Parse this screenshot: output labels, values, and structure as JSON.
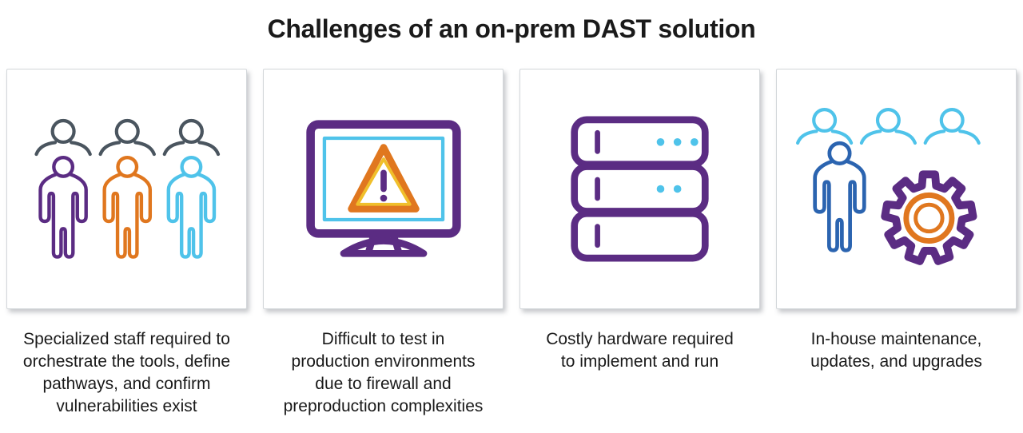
{
  "title": "Challenges of an on-prem DAST solution",
  "cards": [
    {
      "id": "specialized-staff",
      "icon": "team-staff-icon",
      "caption": "Specialized staff required to\norchestrate the tools, define\npathways, and confirm\nvulnerabilities exist"
    },
    {
      "id": "production-testing",
      "icon": "monitor-warning-icon",
      "caption": "Difficult to test in\nproduction environments\ndue to firewall and\npreproduction complexities"
    },
    {
      "id": "costly-hardware",
      "icon": "server-stack-icon",
      "caption": "Costly hardware required\nto implement and run"
    },
    {
      "id": "in-house-maintenance",
      "icon": "person-gear-icon",
      "caption": "In-house maintenance,\nupdates, and upgrades"
    }
  ],
  "colors": {
    "purple": "#5b2c83",
    "orange": "#e0771f",
    "yellow": "#f0bf2b",
    "cyan": "#4fc3ea",
    "slate": "#4a555f",
    "blue": "#2b64b0",
    "text": "#1a1a1a",
    "card_border": "#d3d7da",
    "background": "#ffffff"
  }
}
